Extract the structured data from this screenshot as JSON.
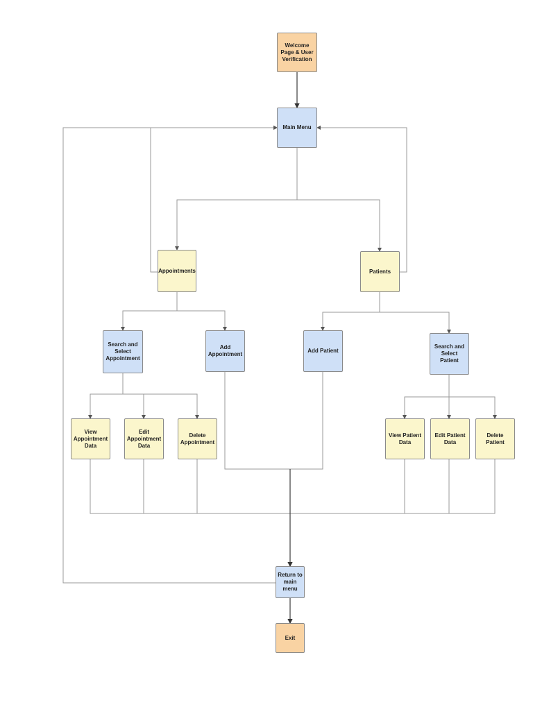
{
  "nodes": {
    "welcome": "Welcome Page & User Verification",
    "main_menu": "Main Menu",
    "appointments": "Appointments",
    "patients": "Patients",
    "search_appointment": "Search and Select Appointment",
    "add_appointment": "Add Appointment",
    "add_patient": "Add Patient",
    "search_patient": "Search and Select Patient",
    "view_appointment": "View Appointment Data",
    "edit_appointment": "Edit Appointment Data",
    "delete_appointment": "Delete Appointment",
    "view_patient": "View Patient Data",
    "edit_patient": "Edit Patient Data",
    "delete_patient": "Delete Patient",
    "return_menu": "Return to main menu",
    "exit": "Exit"
  },
  "colors": {
    "terminal": "#f9d3a3",
    "process": "#cfe0f7",
    "category": "#fbf6cc",
    "connector": "#9a9a9a"
  }
}
